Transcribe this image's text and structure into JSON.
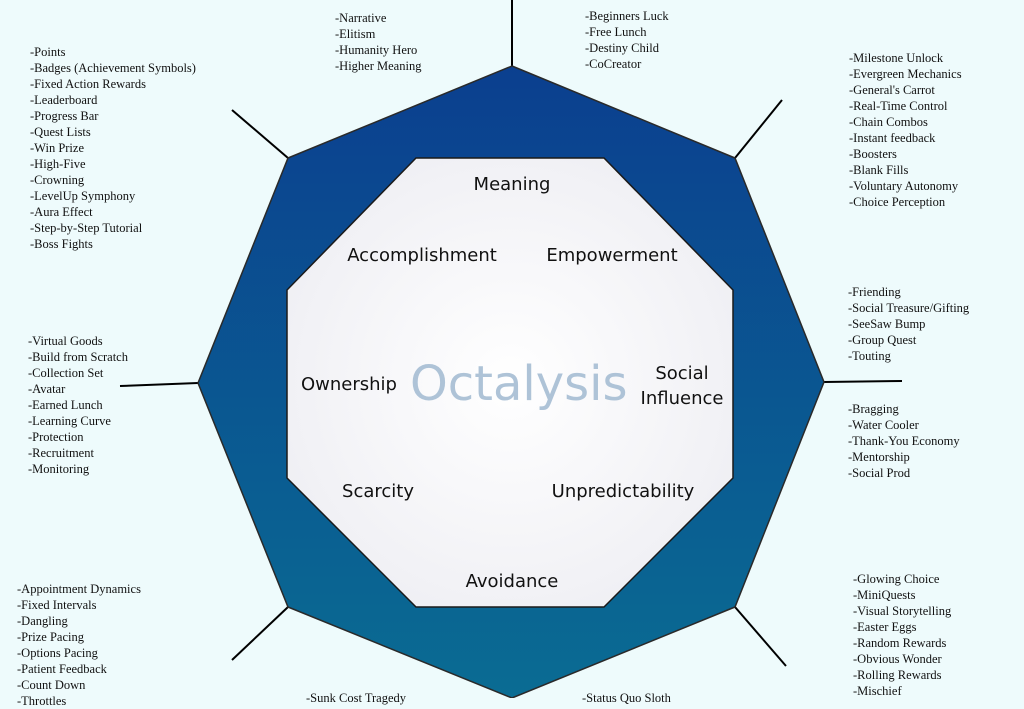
{
  "title": "Octalysis",
  "drives": {
    "meaning": "Meaning",
    "accomplishment": "Accomplishment",
    "empowerment": "Empowerment",
    "ownership": "Ownership",
    "social_line1": "Social",
    "social_line2": "Influence",
    "scarcity": "Scarcity",
    "unpredictability": "Unpredictability",
    "avoidance": "Avoidance"
  },
  "lists": {
    "meaning_left": [
      "Narrative",
      "Elitism",
      "Humanity Hero",
      "Higher Meaning"
    ],
    "meaning_right": [
      "Beginners Luck",
      "Free Lunch",
      "Destiny Child",
      "CoCreator"
    ],
    "accomplishment": [
      "Points",
      "Badges (Achievement Symbols)",
      "Fixed Action Rewards",
      "Leaderboard",
      "Progress Bar",
      "Quest Lists",
      "Win Prize",
      "High-Five",
      "Crowning",
      "LevelUp Symphony",
      "Aura Effect",
      "Step-by-Step Tutorial",
      "Boss Fights"
    ],
    "empowerment": [
      "Milestone Unlock",
      "Evergreen Mechanics",
      "General's Carrot",
      "Real-Time Control",
      "Chain Combos",
      "Instant feedback",
      "Boosters",
      "Blank Fills",
      "Voluntary Autonomy",
      "Choice Perception"
    ],
    "ownership": [
      "Virtual Goods",
      "Build from Scratch",
      "Collection Set",
      "Avatar",
      "Earned Lunch",
      "Learning Curve",
      "Protection",
      "Recruitment",
      "Monitoring"
    ],
    "social_upper": [
      "Friending",
      "Social Treasure/Gifting",
      "SeeSaw Bump",
      "Group Quest",
      "Touting"
    ],
    "social_lower": [
      "Bragging",
      "Water Cooler",
      "Thank-You Economy",
      "Mentorship",
      "Social Prod"
    ],
    "scarcity": [
      "Appointment Dynamics",
      "Fixed Intervals",
      "Dangling",
      "Prize Pacing",
      "Options Pacing",
      "Patient Feedback",
      "Count Down",
      "Throttles"
    ],
    "unpredictability": [
      "Glowing Choice",
      "MiniQuests",
      "Visual Storytelling",
      "Easter Eggs",
      "Random Rewards",
      "Obvious Wonder",
      "Rolling Rewards",
      "Mischief"
    ],
    "avoidance_left": [
      "Sunk Cost Tragedy"
    ],
    "avoidance_right": [
      "Status Quo Sloth"
    ]
  },
  "colors": {
    "background": "#eefbfc",
    "outer_top": "#0b3f8f",
    "outer_bottom": "#0a6c93",
    "inner_fill": "#f8f8fb",
    "title_color": "#aec3d7"
  }
}
